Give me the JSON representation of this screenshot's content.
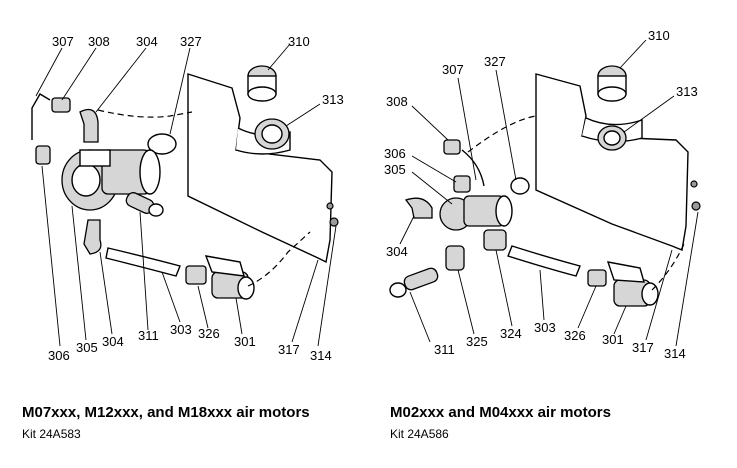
{
  "diagrams": [
    {
      "title": "M07xxx, M12xxx, and M18xxx air motors",
      "kit": "Kit 24A583",
      "callouts": [
        "307",
        "308",
        "304",
        "327",
        "310",
        "313",
        "306",
        "305",
        "304",
        "311",
        "303",
        "326",
        "301",
        "317",
        "314"
      ]
    },
    {
      "title": "M02xxx and M04xxx air motors",
      "kit": "Kit 24A586",
      "callouts": [
        "310",
        "307",
        "327",
        "313",
        "308",
        "306",
        "305",
        "304",
        "311",
        "325",
        "324",
        "303",
        "326",
        "301",
        "317",
        "314"
      ]
    }
  ]
}
